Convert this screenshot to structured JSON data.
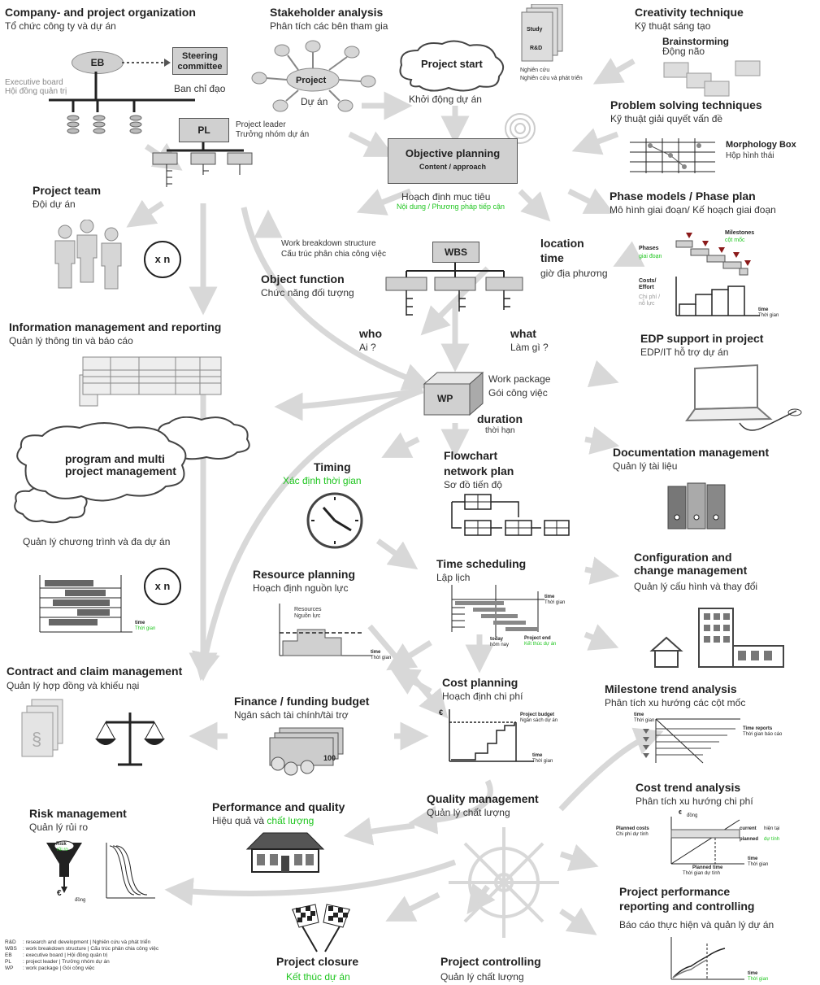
{
  "company_org": {
    "title": "Company- and project organization",
    "subtitle": "Tổ chức công ty và dự án",
    "eb": "EB",
    "steering": "Steering committee",
    "steering_vi": "Ban chỉ đạo",
    "exec_board": "Executive board",
    "exec_board_vi": "Hội đồng quản trị",
    "pl": "PL",
    "project_leader": "Project leader",
    "project_leader_vi": "Trưởng nhóm dự án"
  },
  "stakeholder": {
    "title": "Stakeholder analysis",
    "subtitle": "Phân tích các bên tham gia",
    "project": "Project",
    "project_vi": "Dự án"
  },
  "rnd": {
    "study": "Study",
    "rnd": "R&D",
    "vi1": "Nghiên cứu",
    "vi2": "Nghiên cứu và phát triển"
  },
  "project_start": {
    "title": "Project start",
    "vi": "Khởi động dự án"
  },
  "creativity": {
    "title": "Creativity technique",
    "subtitle": "Kỹ thuật sáng tạo",
    "brainstorming": "Brainstorming",
    "brainstorming_vi": "Động não"
  },
  "problem_solving": {
    "title": "Problem solving techniques",
    "subtitle": "Kỹ thuật giải quyết vấn đề",
    "morph": "Morphology Box",
    "morph_vi": "Hộp hình thái"
  },
  "objective": {
    "title": "Objective planning",
    "content": "Content / approach",
    "vi": "Hoạch định mục tiêu",
    "vi_green": "Nội dung / Phương pháp tiếp cận"
  },
  "project_team": {
    "title": "Project team",
    "subtitle": "Đội dự án",
    "xn": "x n"
  },
  "phase_models": {
    "title": "Phase models / Phase plan",
    "subtitle": "Mô hình giai đoạn/ Kế hoạch giai đoạn",
    "milestones": "Milestones",
    "milestones_vi": "cột mốc",
    "phases": "Phases",
    "phases_vi": "giai đoạn",
    "costs": "Costs/ Effort",
    "costs_vi": "Chi phí / nỗ lực",
    "time": "time",
    "time_vi": "Thời gian"
  },
  "wbs": {
    "label": "WBS",
    "title": "Work breakdown structure",
    "subtitle": "Cấu trúc phân chia công việc"
  },
  "location": {
    "title1": "location",
    "title2": "time",
    "vi": "giờ địa phương"
  },
  "object_function": {
    "title": "Object function",
    "subtitle": "Chức năng đối tượng"
  },
  "info_mgmt": {
    "title": "Information management and reporting",
    "subtitle": "Quản lý thông tin và báo cáo"
  },
  "who": {
    "title": "who",
    "vi": "Ai ?"
  },
  "what": {
    "title": "what",
    "vi": "Làm gì ?"
  },
  "edp": {
    "title": "EDP support in project",
    "subtitle": "EDP/IT hỗ trợ dự án"
  },
  "wp": {
    "label": "WP",
    "title": "Work package",
    "subtitle": "Gói công việc"
  },
  "duration": {
    "title": "duration",
    "vi": "thời hạn"
  },
  "multi_project": {
    "title": "program and multi project management",
    "subtitle": "Quản lý chương trình và đa dự án",
    "xn": "x n",
    "time": "time",
    "time_vi": "Thời gian"
  },
  "timing": {
    "title": "Timing",
    "vi": "Xác định thời gian"
  },
  "flowchart": {
    "title1": "Flowchart",
    "title2": "network plan",
    "vi": "Sơ đồ tiến độ"
  },
  "documentation": {
    "title": "Documentation management",
    "subtitle": "Quản lý tài liệu"
  },
  "resource": {
    "title": "Resource planning",
    "subtitle": "Hoạch định nguồn lực",
    "res": "Resources",
    "res_vi": "Nguồn lực",
    "time": "time",
    "time_vi": "Thời gian"
  },
  "time_sched": {
    "title": "Time scheduling",
    "subtitle": "Lập lịch",
    "today": "today",
    "today_vi": "hôm nay",
    "project_end": "Project end",
    "project_end_vi": "Kết thúc dự án",
    "time": "time",
    "time_vi": "Thời gian"
  },
  "config": {
    "title1": "Configuration and",
    "title2": "change management",
    "subtitle": "Quản lý cấu hình và thay đổi"
  },
  "contract": {
    "title": "Contract and claim management",
    "subtitle": "Quản lý hợp đồng và khiếu nại"
  },
  "finance": {
    "title": "Finance / funding budget",
    "subtitle": "Ngân sách tài chính/tài trợ",
    "note": "100"
  },
  "cost_planning": {
    "title": "Cost planning",
    "subtitle": "Hoạch định chi phí",
    "budget": "Project budget",
    "budget_vi": "Ngân sách dự án",
    "time": "time",
    "time_vi": "Thời gian",
    "euro": "€"
  },
  "milestone_trend": {
    "title": "Milestone trend analysis",
    "subtitle": "Phân tích xu hướng các cột mốc",
    "time": "time",
    "time_vi": "Thời gian",
    "reports": "Time reports",
    "reports_vi": "Thời gian báo cáo"
  },
  "cost_trend": {
    "title": "Cost trend analysis",
    "subtitle": "Phân tích xu hướng chi phí",
    "euro": "€",
    "dong": "đồng",
    "planned_costs": "Planned costs",
    "planned_costs_vi": "Chi phí dự tính",
    "current": "current",
    "current_vi": "hiện tại",
    "planned": "planned",
    "planned_vi": "dự tính",
    "planned_time": "Planned time",
    "planned_time_vi": "Thời gian dự tính",
    "time": "time",
    "time_vi": "Thời gian"
  },
  "risk": {
    "title": "Risk management",
    "subtitle": "Quản lý rủi ro",
    "risk": "Risk",
    "risk_vi": "rủi ro",
    "euro": "€",
    "dong": "đồng"
  },
  "performance": {
    "title": "Performance and quality",
    "subtitle_a": "Hiệu quả và ",
    "subtitle_b": "chất lượng"
  },
  "quality": {
    "title": "Quality management",
    "subtitle": "Quản lý chất lượng"
  },
  "perf_report": {
    "title1": "Project performance",
    "title2": "reporting and controlling",
    "subtitle": "Báo cáo thực hiện và quản lý dự án",
    "time": "time",
    "time_vi": "Thời gian"
  },
  "closure": {
    "title": "Project closure",
    "vi": "Kết thúc dự án"
  },
  "controlling": {
    "title": "Project controlling",
    "subtitle": "Quản lý chất lượng"
  },
  "legend": [
    {
      "abbr": "R&D",
      "text": ": research and development | Nghiên cứu và phát triển"
    },
    {
      "abbr": "WBS",
      "text": ": work breakdown structure | Cấu trúc phân chia công việc"
    },
    {
      "abbr": "EB",
      "text": ": executive board | Hội đồng quản trị"
    },
    {
      "abbr": "PL",
      "text": ": project leader | Trưởng nhóm dự án"
    },
    {
      "abbr": "WP",
      "text": ": work package | Gói công việc"
    }
  ],
  "colors": {
    "green": "#1ec51e",
    "arrow": "#d8d8d8",
    "box": "#d0d0d0"
  }
}
